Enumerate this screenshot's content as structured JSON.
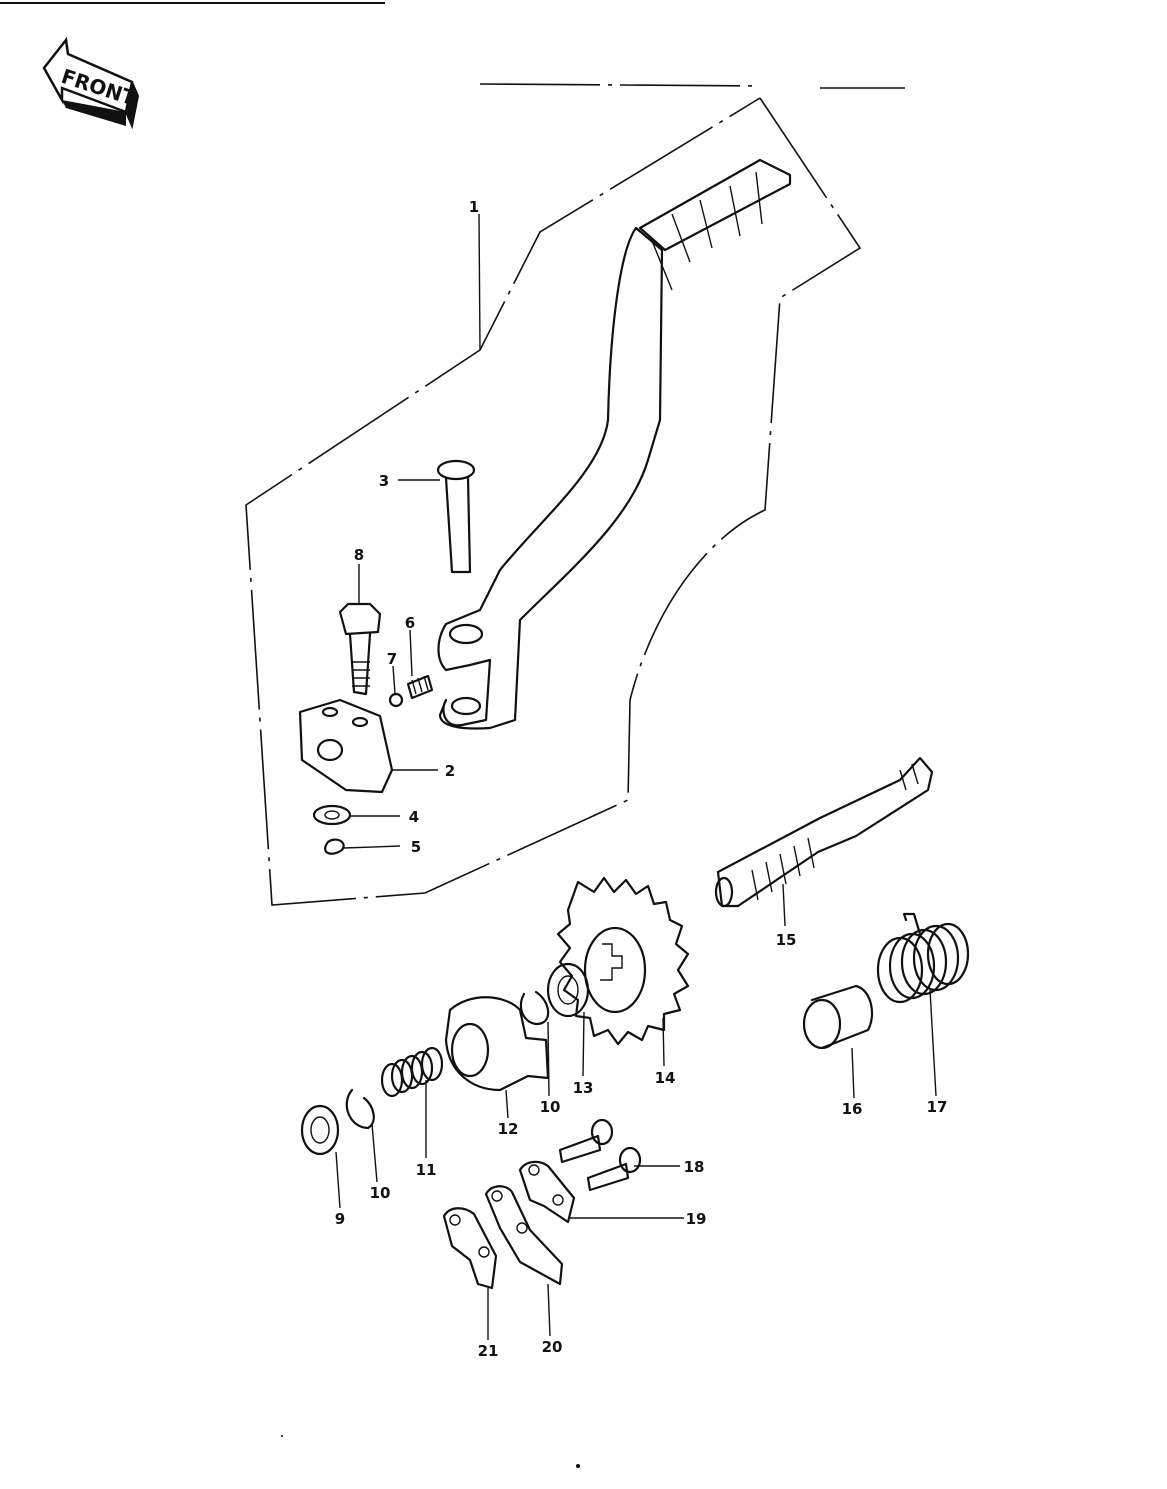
{
  "diagram": {
    "front_badge": "FRONT",
    "part_callouts": [
      {
        "id": "1",
        "label": "1"
      },
      {
        "id": "2",
        "label": "2"
      },
      {
        "id": "3",
        "label": "3"
      },
      {
        "id": "4",
        "label": "4"
      },
      {
        "id": "5",
        "label": "5"
      },
      {
        "id": "6",
        "label": "6"
      },
      {
        "id": "7",
        "label": "7"
      },
      {
        "id": "8",
        "label": "8"
      },
      {
        "id": "9",
        "label": "9"
      },
      {
        "id": "10a",
        "label": "10"
      },
      {
        "id": "10b",
        "label": "10"
      },
      {
        "id": "11",
        "label": "11"
      },
      {
        "id": "12",
        "label": "12"
      },
      {
        "id": "13",
        "label": "13"
      },
      {
        "id": "14",
        "label": "14"
      },
      {
        "id": "15",
        "label": "15"
      },
      {
        "id": "16",
        "label": "16"
      },
      {
        "id": "17",
        "label": "17"
      },
      {
        "id": "18",
        "label": "18"
      },
      {
        "id": "19",
        "label": "19"
      },
      {
        "id": "20",
        "label": "20"
      },
      {
        "id": "21",
        "label": "21"
      }
    ]
  }
}
